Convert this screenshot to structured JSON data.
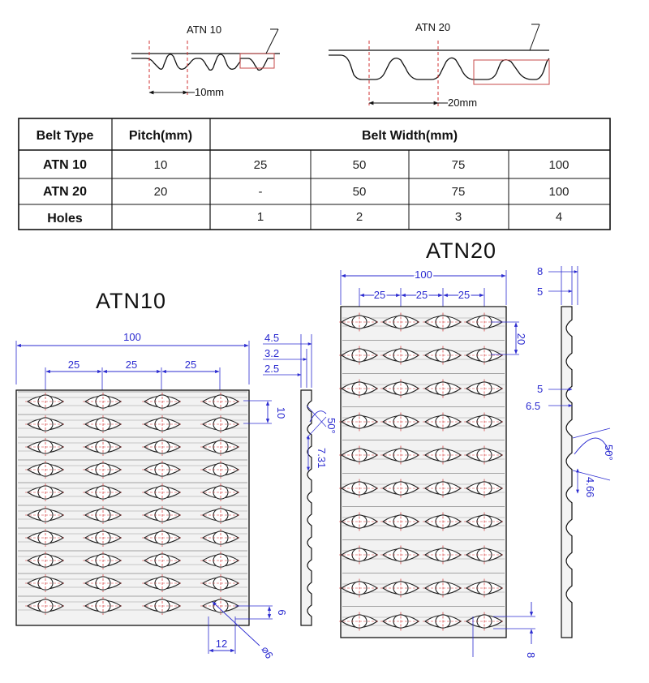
{
  "profiles": {
    "atn10": {
      "label": "ATN 10",
      "pitch_label": "10mm"
    },
    "atn20": {
      "label": "ATN 20",
      "pitch_label": "20mm"
    }
  },
  "table": {
    "headers": [
      "Belt Type",
      "Pitch(mm)",
      "Belt Width(mm)"
    ],
    "rows": [
      {
        "type": "ATN 10",
        "pitch": "10",
        "widths": [
          "25",
          "50",
          "75",
          "100"
        ]
      },
      {
        "type": "ATN 20",
        "pitch": "20",
        "widths": [
          "-",
          "50",
          "75",
          "100"
        ]
      },
      {
        "type": "Holes",
        "pitch": "",
        "widths": [
          "1",
          "2",
          "3",
          "4"
        ]
      }
    ]
  },
  "diagrams": {
    "atn10": {
      "title": "ATN10",
      "overall_width": "100",
      "hole_spacing": [
        "25",
        "25",
        "25"
      ],
      "pitch": "10",
      "hole_w": "12",
      "hole_d": "⌀6",
      "hole_h": "6",
      "side": {
        "d1": "4.5",
        "d2": "3.2",
        "d3": "2.5",
        "angle": "50°",
        "tooth": "7.31"
      }
    },
    "atn20": {
      "title": "ATN20",
      "overall_width": "100",
      "hole_spacing": [
        "25",
        "25",
        "25"
      ],
      "pitch": "20",
      "edge": "8",
      "side": {
        "d1": "8",
        "d2": "5",
        "d3": "5",
        "d4": "6.5",
        "angle": "50°",
        "tooth": "4.66"
      }
    }
  },
  "colors": {
    "line": "#1a1a1a",
    "dimension": "#2b2bd0",
    "center": "#d23030",
    "belt_fill": "#f2f2f2"
  }
}
